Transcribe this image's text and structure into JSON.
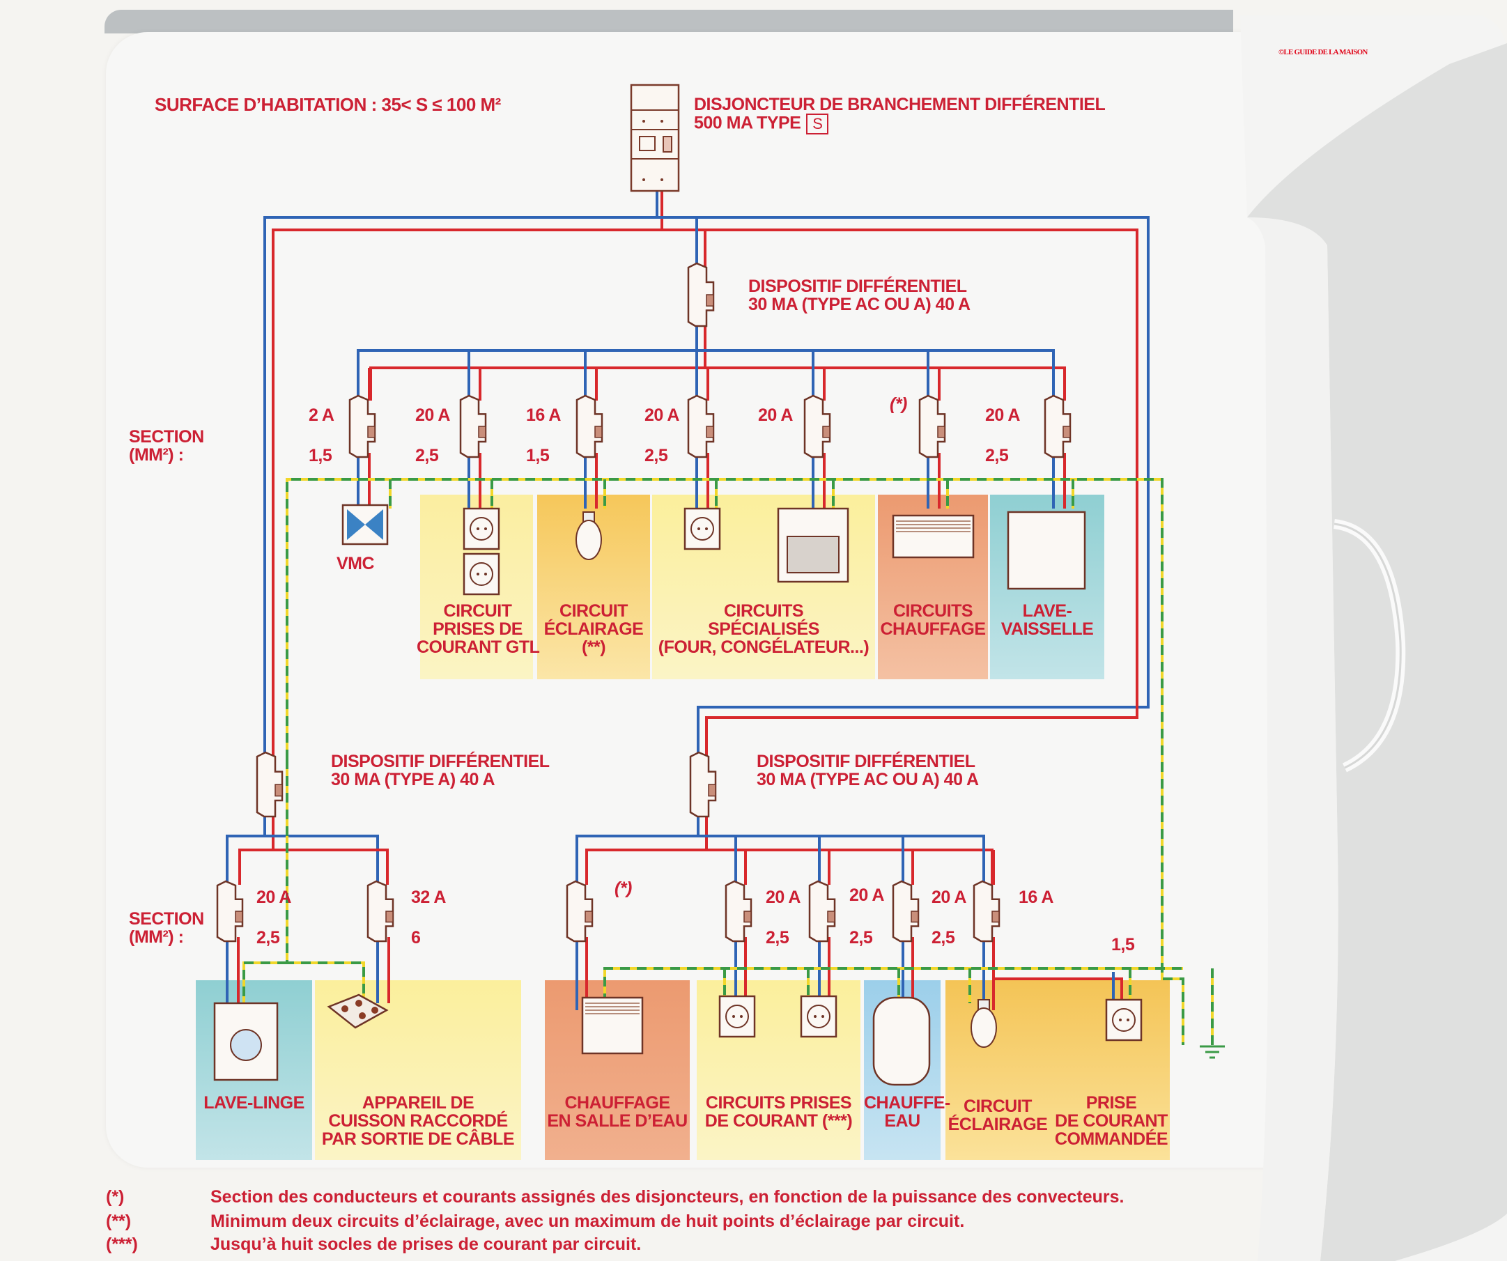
{
  "title": "SURFACE D’HABITATION : 35< S ≤ 100 M²",
  "copyright": "©LE GUIDE DE LA MAISON",
  "main_breaker": {
    "line1": "DISJONCTEUR DE BRANCHEMENT DIFFÉRENTIEL",
    "line2": "500 MA TYPE",
    "type_symbol": "S"
  },
  "section_label": [
    "SECTION",
    "(MM²) :"
  ],
  "rcd_top": {
    "line1": "DISPOSITIF DIFFÉRENTIEL",
    "line2": "30 MA (TYPE AC OU A) 40 A"
  },
  "rcd_left": {
    "line1": "DISPOSITIF DIFFÉRENTIEL",
    "line2": "30 MA (TYPE A) 40 A"
  },
  "rcd_right": {
    "line1": "DISPOSITIF DIFFÉRENTIEL",
    "line2": "30 MA (TYPE AC OU A) 40 A"
  },
  "top_breakers": [
    {
      "rating": "2 A",
      "section": "1,5"
    },
    {
      "rating": "20 A",
      "section": "2,5"
    },
    {
      "rating": "16 A",
      "section": "1,5"
    },
    {
      "rating": "20 A",
      "section": "2,5"
    },
    {
      "rating": "20 A",
      "section": ""
    },
    {
      "rating": "(*)",
      "section": ""
    },
    {
      "rating": "20 A",
      "section": "2,5"
    }
  ],
  "top_circuits": [
    {
      "label": [
        "VMC"
      ],
      "device": "vmc-fan",
      "color": ""
    },
    {
      "label": [
        "CIRCUIT",
        "PRISES DE",
        "COURANT GTL"
      ],
      "device": "socket-x2",
      "color": "#fbf1a8"
    },
    {
      "label": [
        "CIRCUIT",
        "ÉCLAIRAGE",
        "(**)"
      ],
      "device": "light-bulb",
      "color": "#f6cf68"
    },
    {
      "label": [
        "CIRCUITS",
        "SPÉCIALISÉS",
        "(FOUR, CONGÉLATEUR...)"
      ],
      "device": "socket-and-oven",
      "color": "#fbf1a8"
    },
    {
      "label": [
        "CIRCUITS",
        "CHAUFFAGE"
      ],
      "device": "convector",
      "color": "#eea07a"
    },
    {
      "label": [
        "LAVE-",
        "VAISSELLE"
      ],
      "device": "dishwasher",
      "color": "#9fd3d6"
    }
  ],
  "left_breakers": [
    {
      "rating": "20 A",
      "section": "2,5"
    },
    {
      "rating": "32 A",
      "section": "6"
    }
  ],
  "left_circuits": [
    {
      "label": [
        "LAVE-LINGE"
      ],
      "device": "washing-machine",
      "color": "#9fd3d6"
    },
    {
      "label": [
        "APPAREIL DE",
        "CUISSON RACCORDÉ",
        "PAR SORTIE DE CÂBLE"
      ],
      "device": "hob",
      "color": "#fbf1a8"
    }
  ],
  "right_breakers": [
    {
      "rating": "(*)",
      "section": ""
    },
    {
      "rating": "20 A",
      "section": "2,5"
    },
    {
      "rating": "20 A",
      "section": "2,5"
    },
    {
      "rating": "20 A",
      "section": "2,5"
    },
    {
      "rating": "16 A",
      "section": ""
    }
  ],
  "controlled_socket_section": "1,5",
  "right_circuits": [
    {
      "label": [
        "CHAUFFAGE",
        "EN SALLE D’EAU"
      ],
      "device": "convector",
      "color": "#eea07a"
    },
    {
      "label": [
        "CIRCUITS PRISES",
        "DE COURANT (***)"
      ],
      "device": "socket-x2",
      "color": "#fbf1a8"
    },
    {
      "label": [
        "CHAUFFE-",
        "EAU"
      ],
      "device": "water-heater",
      "color": "#a9d6ec"
    },
    {
      "label": [
        "CIRCUIT",
        "ÉCLAIRAGE"
      ],
      "device": "light-bulb",
      "color": "#f6cf68"
    },
    {
      "label": [
        "PRISE",
        "DE COURANT",
        "COMMANDÉE"
      ],
      "device": "socket",
      "color": "#f6cf68"
    }
  ],
  "footnotes": [
    {
      "mark": "(*)",
      "text": "Section des conducteurs et courants assignés des disjoncteurs, en fonction de la puissance des convecteurs."
    },
    {
      "mark": "(**)",
      "text": "Minimum deux circuits d’éclairage, avec un maximum de huit points d’éclairage par circuit."
    },
    {
      "mark": "(***)",
      "text": "Jusqu’à huit socles de prises de courant par circuit."
    }
  ],
  "colors": {
    "phase": "#d8282c",
    "neutral": "#2f64b5",
    "earth_green": "#3a9a45",
    "earth_yellow": "#f1d72a",
    "text": "#cc2034"
  }
}
